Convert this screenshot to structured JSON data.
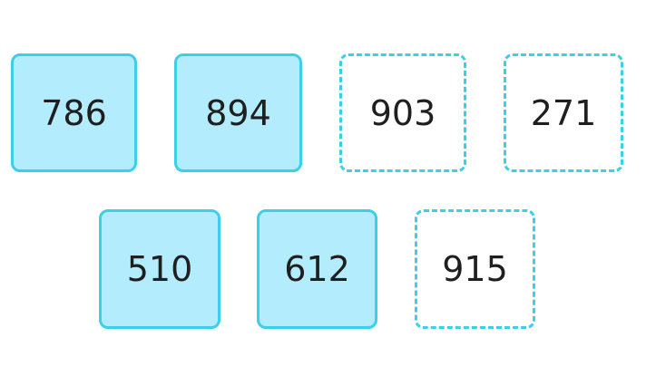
{
  "colors": {
    "filled_background": "#b3ecfc",
    "border": "#3ccfe8",
    "text": "#1f1f1f"
  },
  "tiles": [
    {
      "label": "786",
      "state": "filled"
    },
    {
      "label": "894",
      "state": "filled"
    },
    {
      "label": "903",
      "state": "empty"
    },
    {
      "label": "271",
      "state": "empty"
    },
    {
      "label": "510",
      "state": "filled"
    },
    {
      "label": "612",
      "state": "filled"
    },
    {
      "label": "915",
      "state": "empty"
    }
  ]
}
